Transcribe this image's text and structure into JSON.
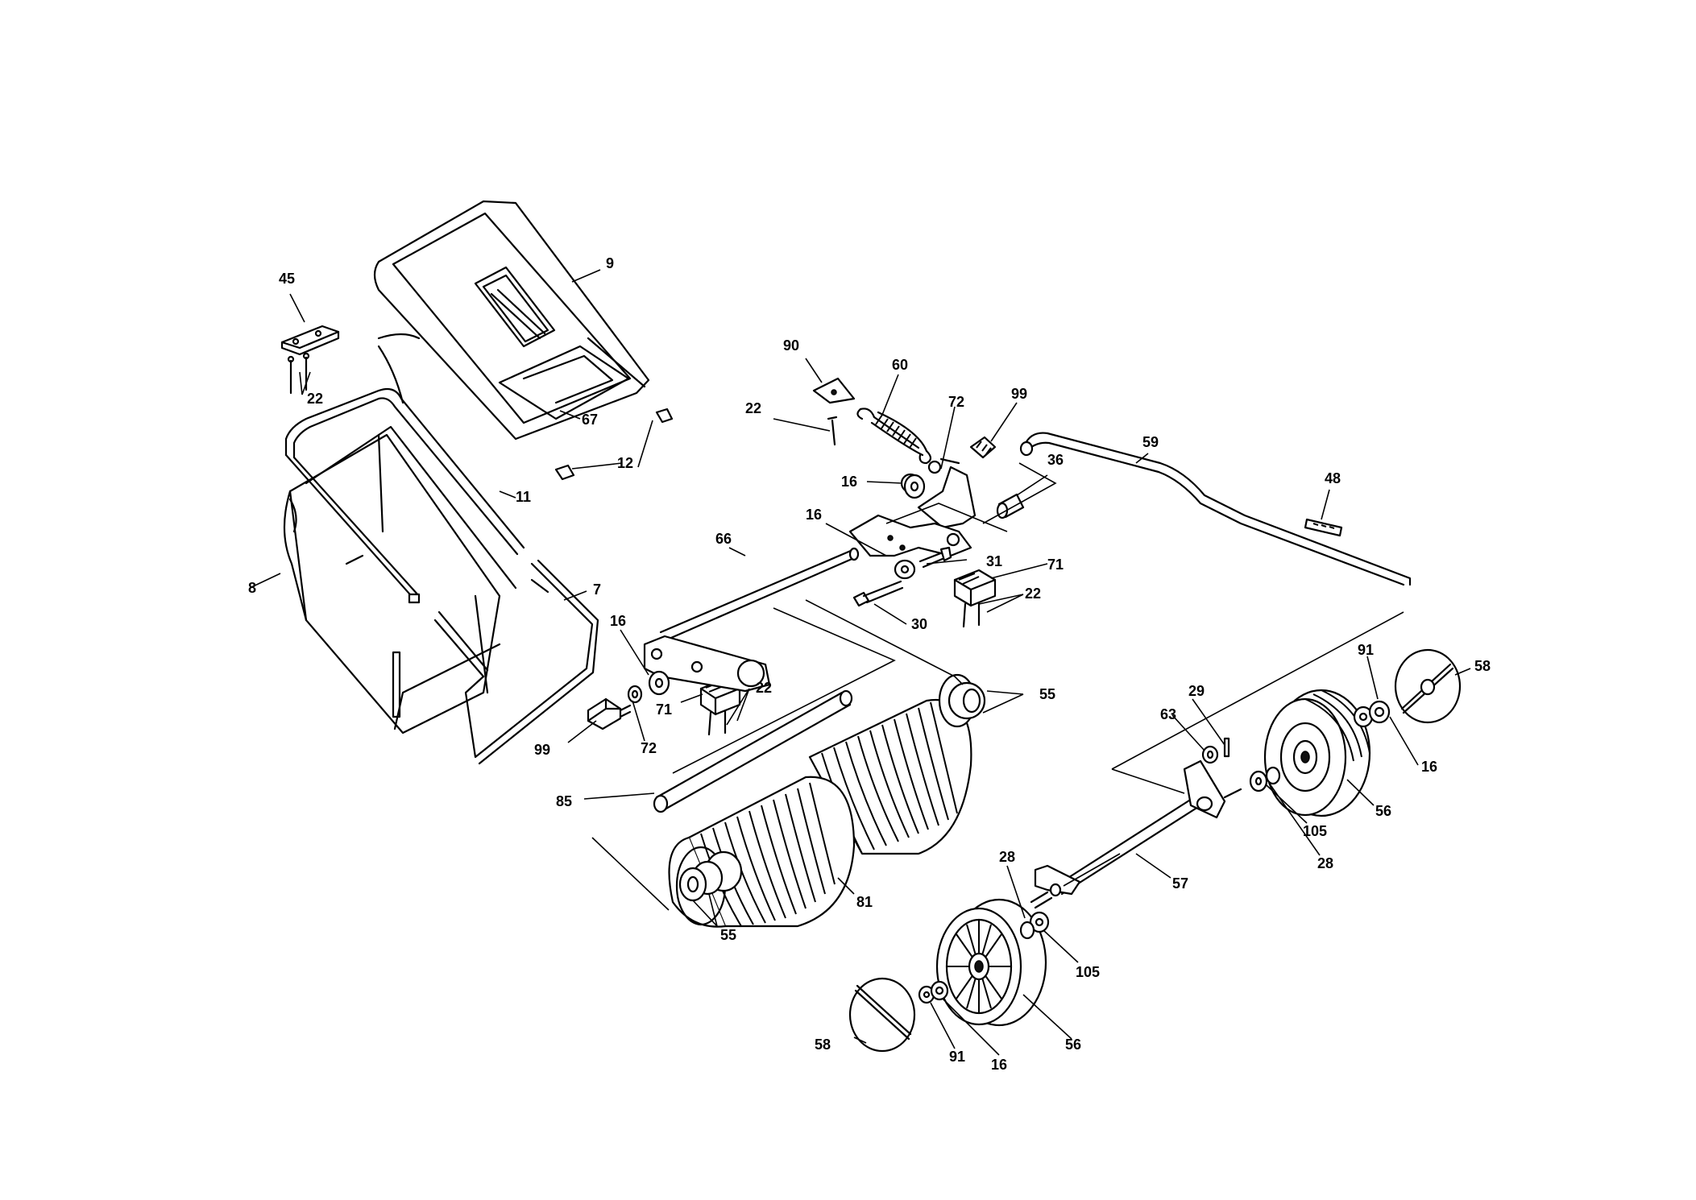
{
  "callouts": {
    "c9": "9",
    "c45": "45",
    "c22a": "22",
    "c67": "67",
    "c12": "12",
    "c11": "11",
    "c8": "8",
    "c7": "7",
    "c90": "90",
    "c60": "60",
    "c72a": "72",
    "c99a": "99",
    "c22b": "22",
    "c16a": "16",
    "c36": "36",
    "c59": "59",
    "c48": "48",
    "c16b": "16",
    "c66": "66",
    "c31": "31",
    "c71a": "71",
    "c22c": "22",
    "c30": "30",
    "c16c": "16",
    "c71b": "71",
    "c22d": "22",
    "c55a": "55",
    "c99b": "99",
    "c72b": "72",
    "c85": "85",
    "c29": "29",
    "c63": "63",
    "c91a": "91",
    "c58a": "58",
    "c16d": "16",
    "c56a": "56",
    "c105a": "105",
    "c28a": "28",
    "c57": "57",
    "c81": "81",
    "c55b": "55",
    "c28b": "28",
    "c105b": "105",
    "c58b": "58",
    "c91b": "91",
    "c16e": "16",
    "c56b": "56"
  }
}
